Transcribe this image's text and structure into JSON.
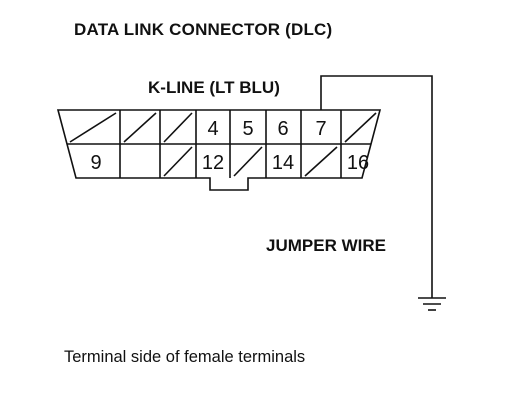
{
  "title": "DATA LINK CONNECTOR (DLC)",
  "kline_label": "K-LINE (LT BLU)",
  "jumper_label": "JUMPER WIRE",
  "caption": "Terminal side of female terminals",
  "pins": {
    "p4": "4",
    "p5": "5",
    "p6": "6",
    "p7": "7",
    "p9": "9",
    "p12": "12",
    "p14": "14",
    "p16": "16"
  },
  "symbols": {
    "ground": "ground-icon"
  }
}
